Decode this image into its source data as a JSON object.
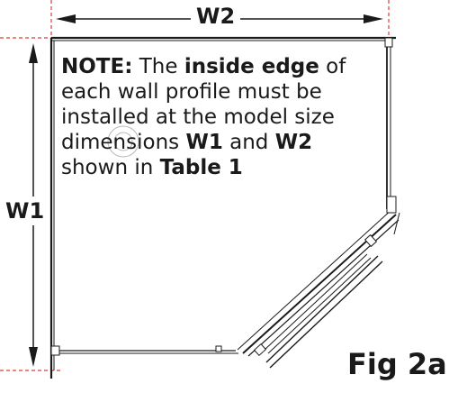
{
  "dimensions": {
    "w1_label": "W1",
    "w2_label": "W2"
  },
  "note": {
    "lead": "NOTE:",
    "t1": " The ",
    "b1": "inside edge",
    "t2": " of each wall profile must be installed at the model size dimensions ",
    "b2": "W1",
    "t3": " and ",
    "b3": "W2",
    "t4": " shown in ",
    "b4": "Table 1"
  },
  "figure_label": "Fig 2a",
  "colors": {
    "line": "#1a1a1a",
    "guide": "#e23b3b",
    "part": "#555555"
  }
}
